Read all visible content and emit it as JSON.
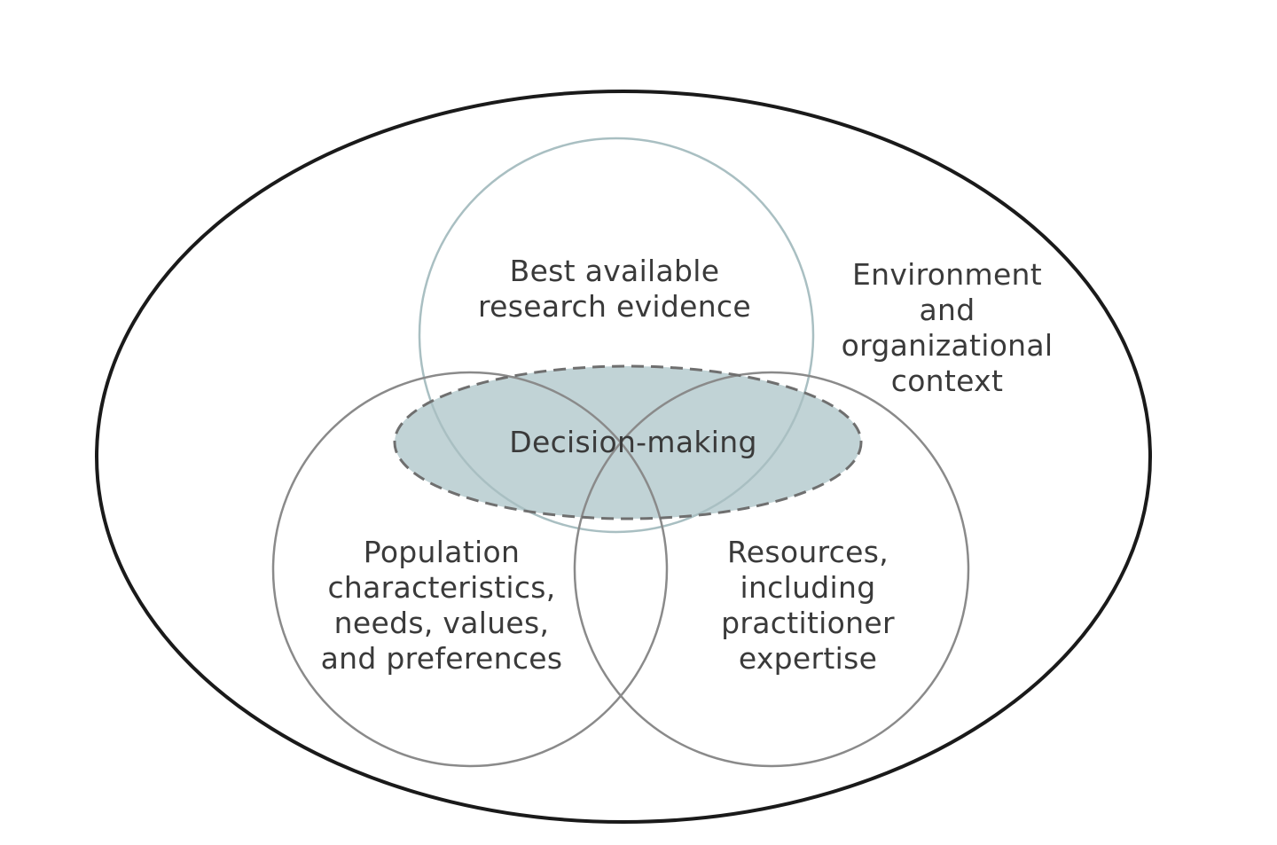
{
  "diagram": {
    "outer": {
      "lines": [
        "Environment",
        "and",
        "organizational",
        "context"
      ]
    },
    "top_circle": {
      "lines": [
        "Best available",
        "research evidence"
      ]
    },
    "center": {
      "label": "Decision-making"
    },
    "left_circle": {
      "lines": [
        "Population",
        "characteristics,",
        "needs, values,",
        "and preferences"
      ]
    },
    "right_circle": {
      "lines": [
        "Resources,",
        "including",
        "practitioner",
        "expertise"
      ]
    },
    "colors": {
      "outer_stroke": "#1a1a1a",
      "top_circle_stroke": "#a9bfc2",
      "side_circle_stroke": "#8a8a8a",
      "center_fill": "#c1d3d6",
      "center_stroke": "#6f6f6f",
      "text": "#3a3a3a"
    }
  }
}
